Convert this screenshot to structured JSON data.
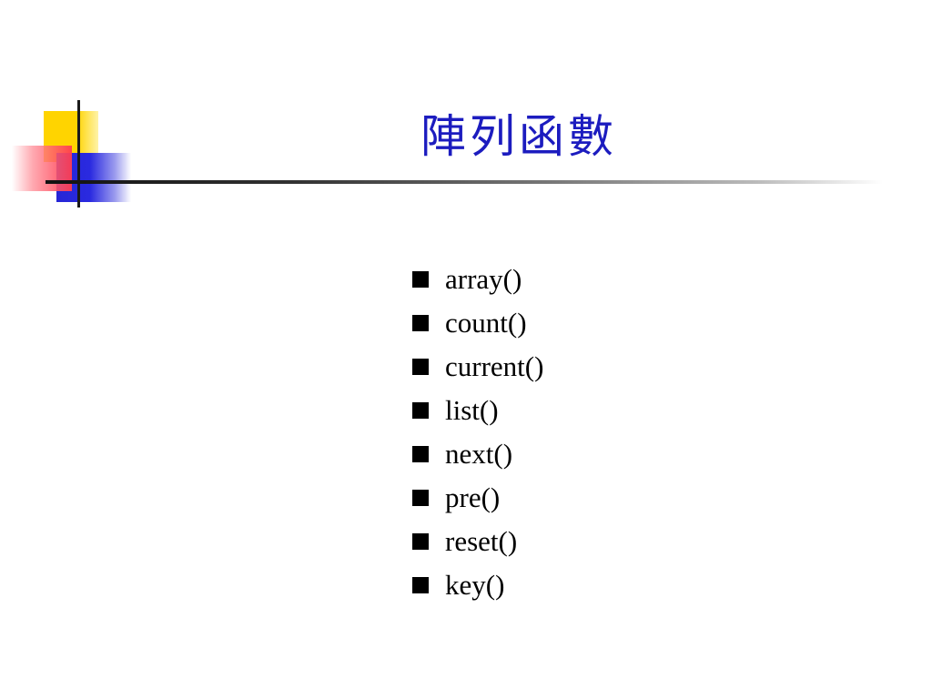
{
  "slide": {
    "title": "陣列函數",
    "items": [
      {
        "label": "array()"
      },
      {
        "label": "count()"
      },
      {
        "label": "current()"
      },
      {
        "label": "list()"
      },
      {
        "label": "next()"
      },
      {
        "label": "pre()"
      },
      {
        "label": "reset()"
      },
      {
        "label": "key()"
      }
    ]
  },
  "colors": {
    "title": "#1c1cbf",
    "accent_yellow": "#ffd400",
    "accent_blue": "#2626d6",
    "accent_red": "#ff3c50",
    "text": "#000000"
  },
  "icons": {
    "bullet": "square-bullet-icon"
  }
}
